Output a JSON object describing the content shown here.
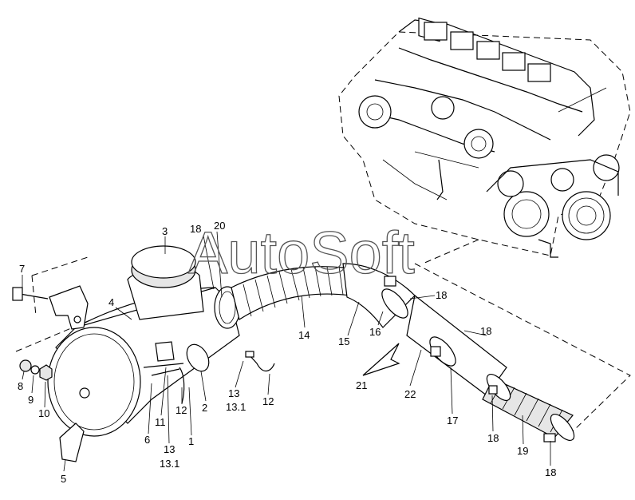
{
  "watermark": "AutoSoft",
  "callouts": {
    "c1": "1",
    "c2": "2",
    "c3": "3",
    "c4": "4",
    "c5": "5",
    "c6": "6",
    "c7": "7",
    "c8": "8",
    "c9": "9",
    "c10": "10",
    "c11": "11",
    "c12a": "12",
    "c12b": "12",
    "c13a": "13",
    "c13_1a": "13.1",
    "c13b": "13",
    "c13_1b": "13.1",
    "c14": "14",
    "c15": "15",
    "c16": "16",
    "c17": "17",
    "c18a": "18",
    "c18b": "18",
    "c18c": "18",
    "c18d": "18",
    "c18e": "18",
    "c19": "19",
    "c20": "20",
    "c21": "21",
    "c22": "22"
  }
}
